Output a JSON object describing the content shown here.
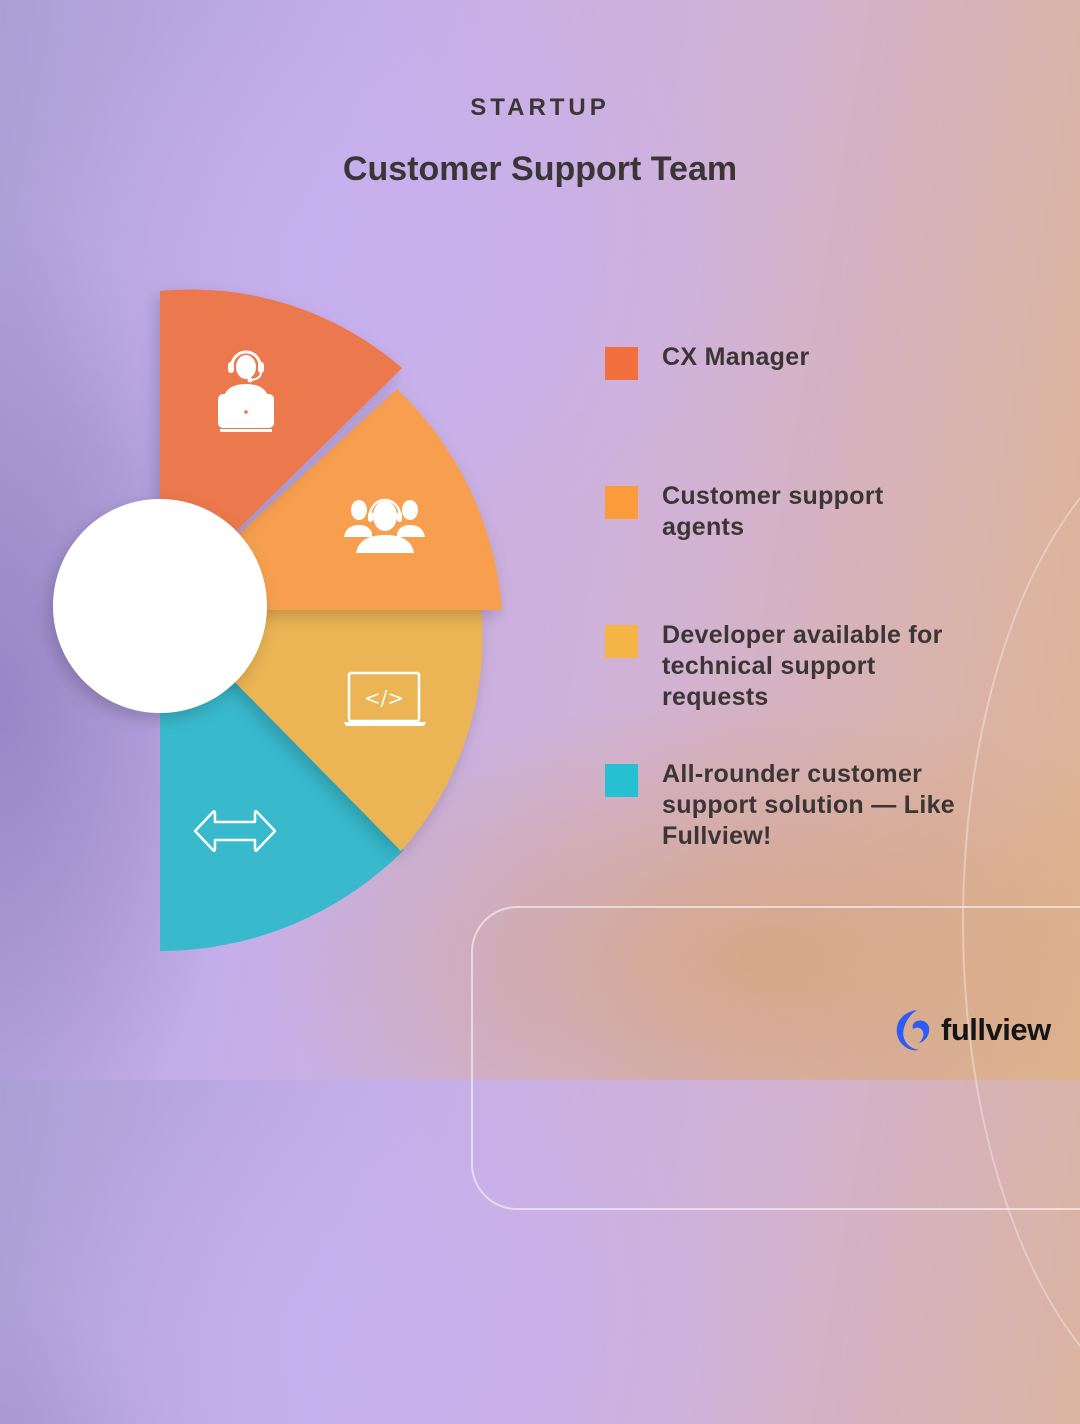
{
  "header": {
    "eyebrow": "STARTUP",
    "title": "Customer Support Team"
  },
  "chart_data": {
    "type": "pie",
    "title": "Customer Support Team",
    "subtitle": "STARTUP",
    "layout": "half-donut (right semicircle), legend right",
    "categories": [
      "CX Manager",
      "Customer support agents",
      "Developer available for technical support requests",
      "All-rounder customer support solution — Like Fullview!"
    ],
    "values": [
      25,
      25,
      25,
      25
    ],
    "colors": [
      "#ee7a4e",
      "#f79f4f",
      "#ebb454",
      "#38b8cc"
    ],
    "icons": [
      "headset-agent-laptop-icon",
      "team-headset-icon",
      "laptop-code-icon",
      "double-arrow-icon"
    ]
  },
  "legend": {
    "items": [
      {
        "label": "CX Manager",
        "color": "#f1703e"
      },
      {
        "label": "Customer support agents",
        "color": "#fc9b3c"
      },
      {
        "label": "Developer available for technical support requests",
        "color": "#f5b546"
      },
      {
        "label": "All-rounder customer support solution — Like Fullview!",
        "color": "#26c0d2"
      }
    ]
  },
  "brand": {
    "name": "fullview",
    "color": "#2f5bf5"
  }
}
